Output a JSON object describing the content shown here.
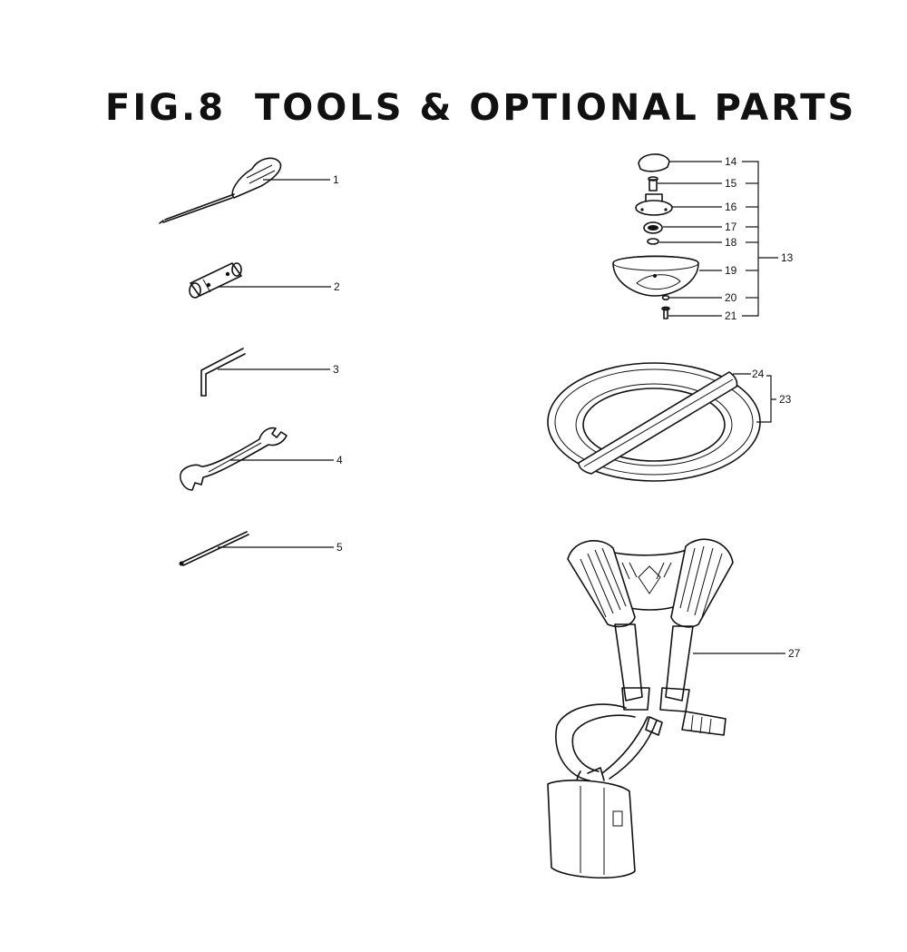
{
  "figure": {
    "number": "FIG.8",
    "title": "TOOLS & OPTIONAL PARTS"
  },
  "callouts": {
    "c1": "1",
    "c2": "2",
    "c3": "3",
    "c4": "4",
    "c5": "5",
    "c13": "13",
    "c14": "14",
    "c15": "15",
    "c16": "16",
    "c17": "17",
    "c18": "18",
    "c19": "19",
    "c20": "20",
    "c21": "21",
    "c23": "23",
    "c24": "24",
    "c27": "27"
  }
}
